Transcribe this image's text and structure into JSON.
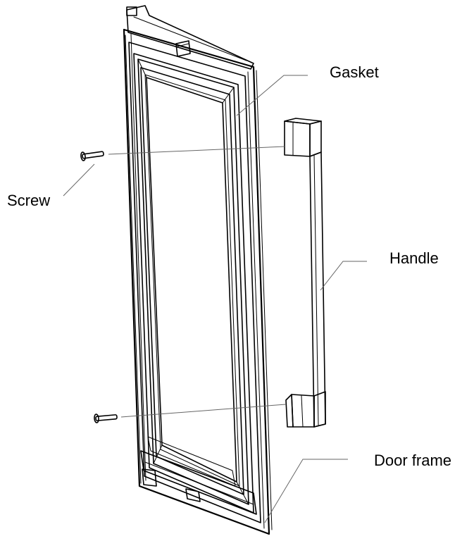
{
  "labels": {
    "gasket": "Gasket",
    "screw": "Screw",
    "handle": "Handle",
    "door_frame": "Door frame"
  },
  "colors": {
    "line": "#000000",
    "leader": "#666666",
    "background": "#ffffff"
  }
}
